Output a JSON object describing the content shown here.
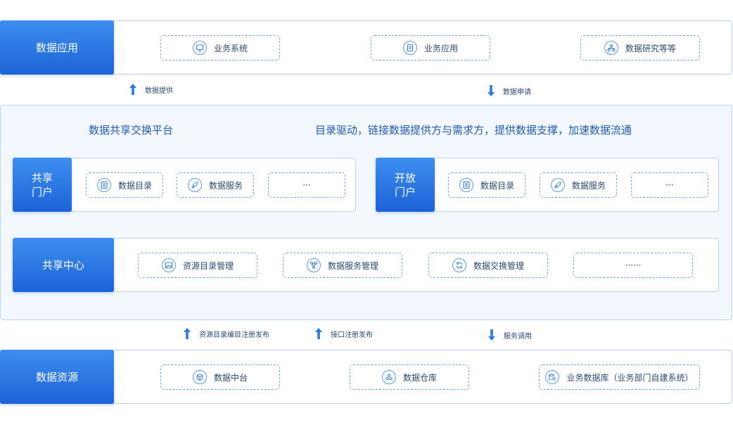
{
  "top": {
    "label": "数据应用",
    "chips": [
      "业务系统",
      "业务应用",
      "数据研究等等"
    ]
  },
  "arrows_top": {
    "left_label": "数据提供",
    "right_label": "数据申请"
  },
  "platform": {
    "title": "数据共享交换平台",
    "slogan": "目录驱动，链接数据提供方与需求方，提供数据支撑，加速数据流通",
    "share_portal": {
      "label_line1": "共享",
      "label_line2": "门户",
      "chips": [
        "数据目录",
        "数据服务",
        "···"
      ]
    },
    "open_portal": {
      "label_line1": "开放",
      "label_line2": "门户",
      "chips": [
        "数据目录",
        "数据服务",
        "···"
      ]
    },
    "share_center": {
      "label": "共享中心",
      "chips": [
        "资源目录管理",
        "数据服务管理",
        "数据交换管理",
        "······"
      ]
    }
  },
  "arrows_bottom": {
    "a": "资源目录编目注册发布",
    "b": "接口注册发布",
    "c": "服务调用"
  },
  "bottom": {
    "label": "数据资源",
    "chips": [
      "数据中台",
      "数据仓库",
      "业务数据库（业务部门自建系统）"
    ]
  },
  "colors": {
    "accent": "#1c63d8",
    "border": "#b9d3f2",
    "chip_border": "#6ea7ea",
    "panel_bg": "#f3f8fe"
  }
}
